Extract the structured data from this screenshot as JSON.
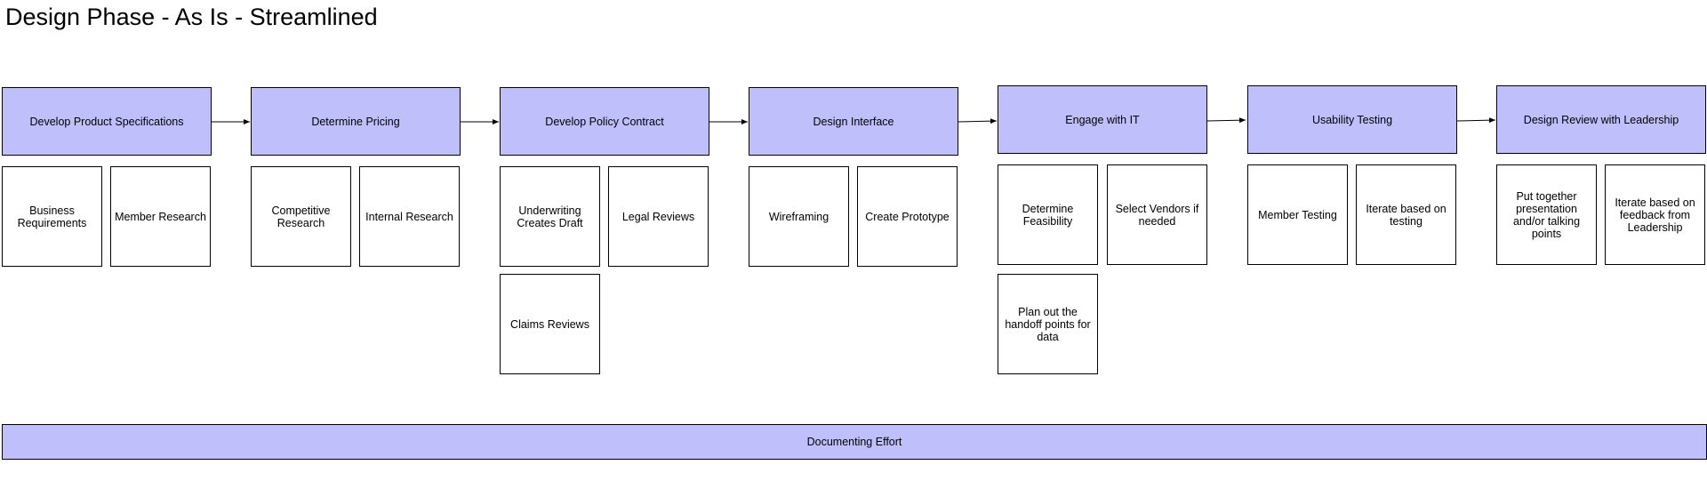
{
  "title": "Design Phase - As Is - Streamlined",
  "phases": [
    {
      "label": "Develop Product Specifications",
      "tasks": [
        "Business Requirements",
        "Member Research"
      ]
    },
    {
      "label": "Determine Pricing",
      "tasks": [
        "Competitive Research",
        "Internal Research"
      ]
    },
    {
      "label": "Develop Policy Contract",
      "tasks": [
        "Underwriting Creates Draft",
        "Legal Reviews",
        "Claims Reviews"
      ]
    },
    {
      "label": "Design Interface",
      "tasks": [
        "Wireframing",
        "Create Prototype"
      ]
    },
    {
      "label": "Engage with IT",
      "tasks": [
        "Determine Feasibility",
        "Select Vendors if needed",
        "Plan out the handoff points for data"
      ]
    },
    {
      "label": "Usability Testing",
      "tasks": [
        "Member Testing",
        "Iterate based on testing"
      ]
    },
    {
      "label": "Design Review with Leadership",
      "tasks": [
        "Put together presentation and/or talking points",
        "Iterate based on feedback from Leadership"
      ]
    }
  ],
  "documenting": "Documenting Effort",
  "colors": {
    "phase_fill": "#bfbffc",
    "task_fill": "#ffffff",
    "stroke": "#000000"
  }
}
